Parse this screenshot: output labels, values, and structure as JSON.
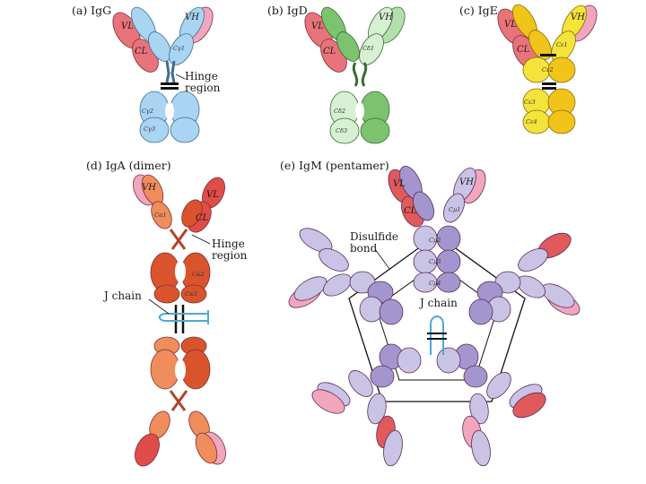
{
  "panels": {
    "igg": {
      "title": "(a) IgG",
      "colors": {
        "heavy": "#a9d4f2",
        "heavy_dark": "#7fbde9",
        "light": "#e9737a",
        "light_pink": "#f2a6bd"
      },
      "vl": "VL",
      "vh": "VH",
      "cl": "CL",
      "ch1": "Cγ1",
      "ch2": "Cγ2",
      "ch3": "Cγ3"
    },
    "igd": {
      "title": "(b) IgD",
      "colors": {
        "heavy": "#b3dfad",
        "heavy_dark": "#7cc36f",
        "light": "#e9737a",
        "light_pink": "#f2a6bd"
      },
      "vl": "VL",
      "vh": "VH",
      "cl": "CL",
      "ch1": "Cδ1",
      "ch2": "Cδ2",
      "ch3": "Cδ3"
    },
    "ige": {
      "title": "(c) IgE",
      "colors": {
        "heavy": "#f4e33a",
        "heavy_dark": "#f0c419",
        "light": "#e9737a",
        "light_pink": "#f2a6bd"
      },
      "vl": "VL",
      "vh": "VH",
      "cl": "CL",
      "ch1": "Cε1",
      "ch2": "Cε2",
      "ch3": "Cε3",
      "ch4": "Cε4"
    },
    "iga": {
      "title": "(d) IgA (dimer)",
      "colors": {
        "heavy": "#d9542c",
        "heavy_light": "#ef8d5d",
        "light": "#e04c48",
        "light_pink": "#f2a6bd",
        "jchain": "#4aa9d6"
      },
      "vl": "VL",
      "vh": "VH",
      "cl": "CL",
      "ch1": "Cα1",
      "ch2": "Cα2",
      "ch3": "Cα3"
    },
    "igm": {
      "title": "(e) IgM (pentamer)",
      "colors": {
        "heavy": "#c9c3e6",
        "heavy_dark": "#a396cf",
        "light": "#e05a5c",
        "light_pink": "#f2a6bd",
        "jchain": "#4aa9d6"
      },
      "vl": "VL",
      "vh": "VH",
      "cl": "CL",
      "ch1": "Cμ1",
      "ch2": "Cμ2",
      "ch3": "Cμ3",
      "ch4": "Cμ4"
    }
  },
  "annotations": {
    "hinge_igg": [
      "Hinge",
      "region"
    ],
    "hinge_iga": [
      "Hinge",
      "region"
    ],
    "jchain_iga": "J chain",
    "jchain_igm": "J chain",
    "disulfide": [
      "Disulfide",
      "bond"
    ]
  }
}
